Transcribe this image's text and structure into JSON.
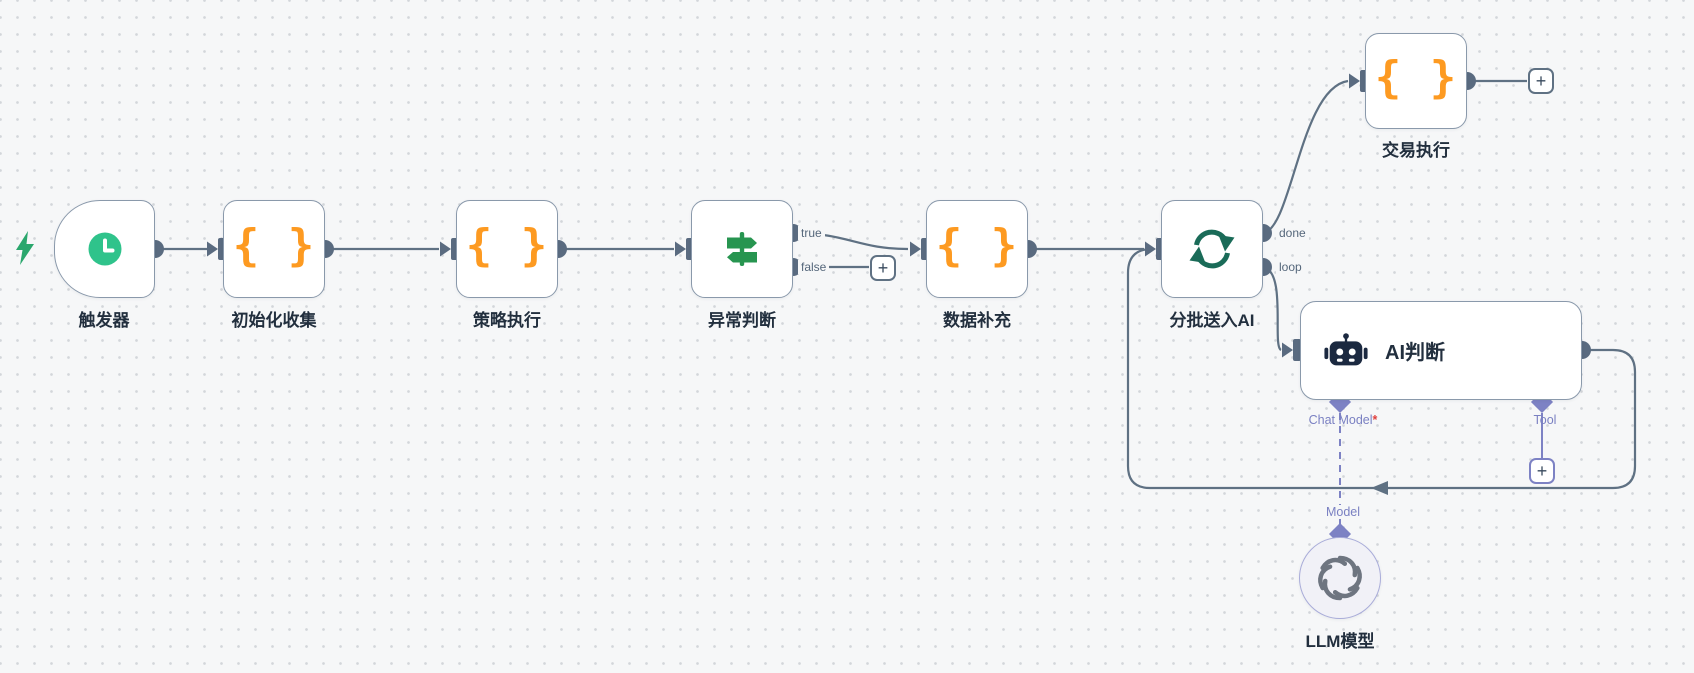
{
  "app": {
    "name": "workflow-canvas"
  },
  "colors": {
    "canvas-bg": "#f6f7f8",
    "dot": "#d3d6da",
    "edge": "#5f7183",
    "connector": "#5a6b80",
    "node-border": "#8a99ab",
    "node-bg": "#ffffff",
    "text": "#222f3e",
    "port-text": "#55677b",
    "orange": "#fd9a21",
    "trigger-green": "#2fc38b",
    "bolt-green": "#2aa76d",
    "if-green": "#279550",
    "loop-green": "#1a6b58",
    "robot-navy": "#1b2940",
    "purple": "#7d82c4",
    "purple-text": "#7a80c2",
    "required-red": "#e0403e",
    "llm-bg": "#f1f1f7",
    "llm-border": "#a9acd9",
    "openai-gray": "#6e7580",
    "plus-text": "#394a5e"
  },
  "nodes": {
    "trigger": {
      "label": "触发器",
      "icon": "clock-icon"
    },
    "init": {
      "label": "初始化收集",
      "icon": "code-braces-icon"
    },
    "strategy": {
      "label": "策略执行",
      "icon": "code-braces-icon"
    },
    "anomaly": {
      "label": "异常判断",
      "icon": "signpost-icon"
    },
    "enrich": {
      "label": "数据补充",
      "icon": "code-braces-icon"
    },
    "batch": {
      "label": "分批送入AI",
      "icon": "loop-icon"
    },
    "trade": {
      "label": "交易执行",
      "icon": "code-braces-icon"
    },
    "ai": {
      "label": "AI判断",
      "icon": "robot-icon"
    },
    "llm": {
      "label": "LLM模型",
      "icon": "openai-icon"
    }
  },
  "ports": {
    "true": "true",
    "false": "false",
    "done": "done",
    "loop": "loop",
    "chat_model": "Chat Model",
    "required": "*",
    "tool": "Tool",
    "model": "Model"
  },
  "icons": {
    "code_glyph": "{ }",
    "plus_glyph": "+"
  }
}
